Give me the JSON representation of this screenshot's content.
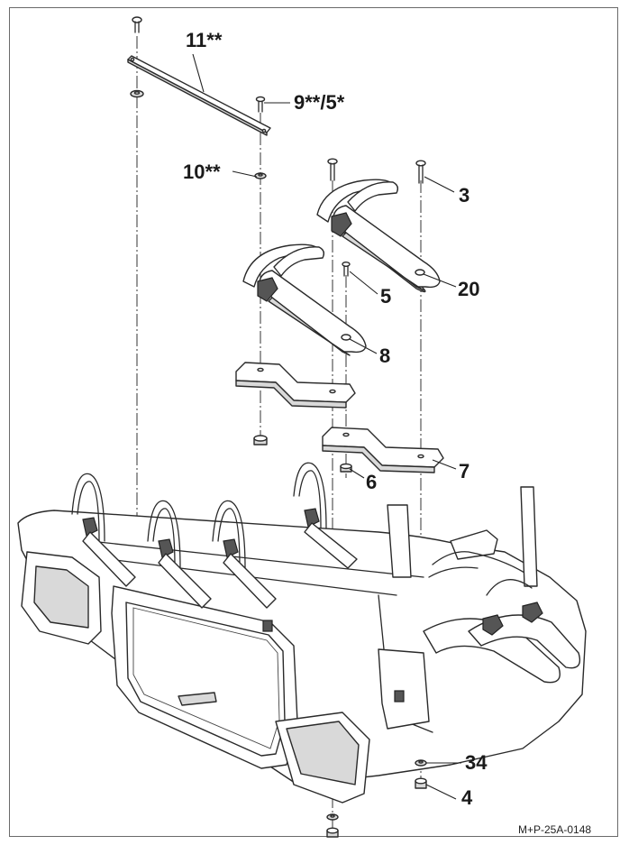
{
  "callouts": {
    "c11": "11**",
    "c9": "9**/5*",
    "c10": "10**",
    "c3": "3",
    "c20": "20",
    "c5": "5",
    "c8": "8",
    "c7": "7",
    "c6": "6",
    "c34": "34",
    "c4": "4"
  },
  "reference": "M+P-25A-0148",
  "colors": {
    "line": "#2a2a2a",
    "shade": "#d9d9d9",
    "background": "#ffffff"
  }
}
